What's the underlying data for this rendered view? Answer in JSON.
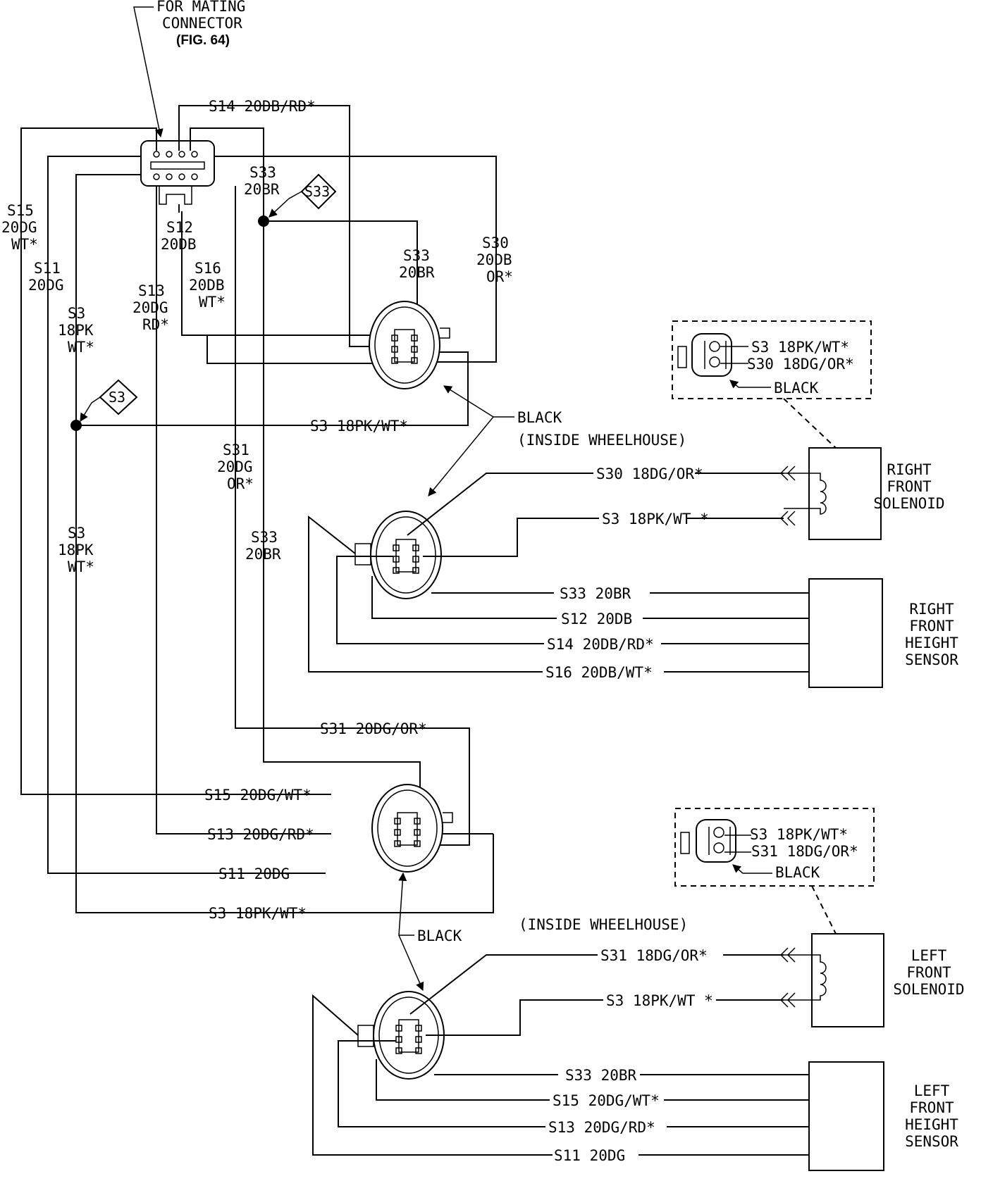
{
  "mating_note": {
    "line1": "FOR MATING",
    "line2": "CONNECTOR",
    "line3": "(FIG. 64)"
  },
  "splices": {
    "s33": "S33",
    "s3": "S3"
  },
  "colors": [
    "BLACK",
    "(INSIDE WHEELHOUSE)"
  ],
  "vertical_labels": {
    "s15": [
      "S15",
      "20DG",
      "WT*"
    ],
    "s11": [
      "S11",
      "20DG"
    ],
    "s3_upper": [
      "S3",
      "18PK",
      "WT*"
    ],
    "s13": [
      "S13",
      "20DG",
      "RD*"
    ],
    "s12": [
      "S12",
      "20DB"
    ],
    "s16": [
      "S16",
      "20DB",
      "WT*"
    ],
    "s33_top": [
      "S33",
      "20BR"
    ],
    "s33_mid": [
      "S33",
      "20BR"
    ],
    "s30": [
      "S30",
      "20DB",
      "OR*"
    ],
    "s31": [
      "S31",
      "20DG",
      "OR*"
    ],
    "s33_low": [
      "S33",
      "20BR"
    ],
    "s3_lower": [
      "S3",
      "18PK",
      "WT*"
    ]
  },
  "horizontal_labels": {
    "s14_top": "S14 20DB/RD*",
    "s3_splice": "S3 18PK/WT*",
    "r_s30": "S30 18DG/OR*",
    "r_s3": "S3 18PK/WT *",
    "r_s33": "S33 20BR",
    "r_s12": "S12 20DB",
    "r_s14": "S14 20DB/RD*",
    "r_s16": "S16 20DB/WT*",
    "s31_mid": "S31 20DG/OR*",
    "s15_mid": "S15 20DG/WT*",
    "s13_mid": "S13 20DG/RD*",
    "s11_mid": "S11 20DG",
    "s3_mid": "S3 18PK/WT*",
    "l_s31": "S31 18DG/OR*",
    "l_s3": "S3 18PK/WT *",
    "l_s33": "S33 20BR",
    "l_s15": "S15 20DG/WT*",
    "l_s13": "S13 20DG/RD*",
    "l_s11": "S11 20DG"
  },
  "insets": {
    "right": {
      "w1": "S3 18PK/WT*",
      "w2": "S30 18DG/OR*",
      "color": "BLACK"
    },
    "left": {
      "w1": "S3 18PK/WT*",
      "w2": "S31 18DG/OR*",
      "color": "BLACK"
    }
  },
  "components": {
    "right_solenoid": [
      "RIGHT",
      "FRONT",
      "SOLENOID"
    ],
    "right_sensor": [
      "RIGHT",
      "FRONT",
      "HEIGHT",
      "SENSOR"
    ],
    "left_solenoid": [
      "LEFT",
      "FRONT",
      "SOLENOID"
    ],
    "left_sensor": [
      "LEFT",
      "FRONT",
      "HEIGHT",
      "SENSOR"
    ]
  }
}
